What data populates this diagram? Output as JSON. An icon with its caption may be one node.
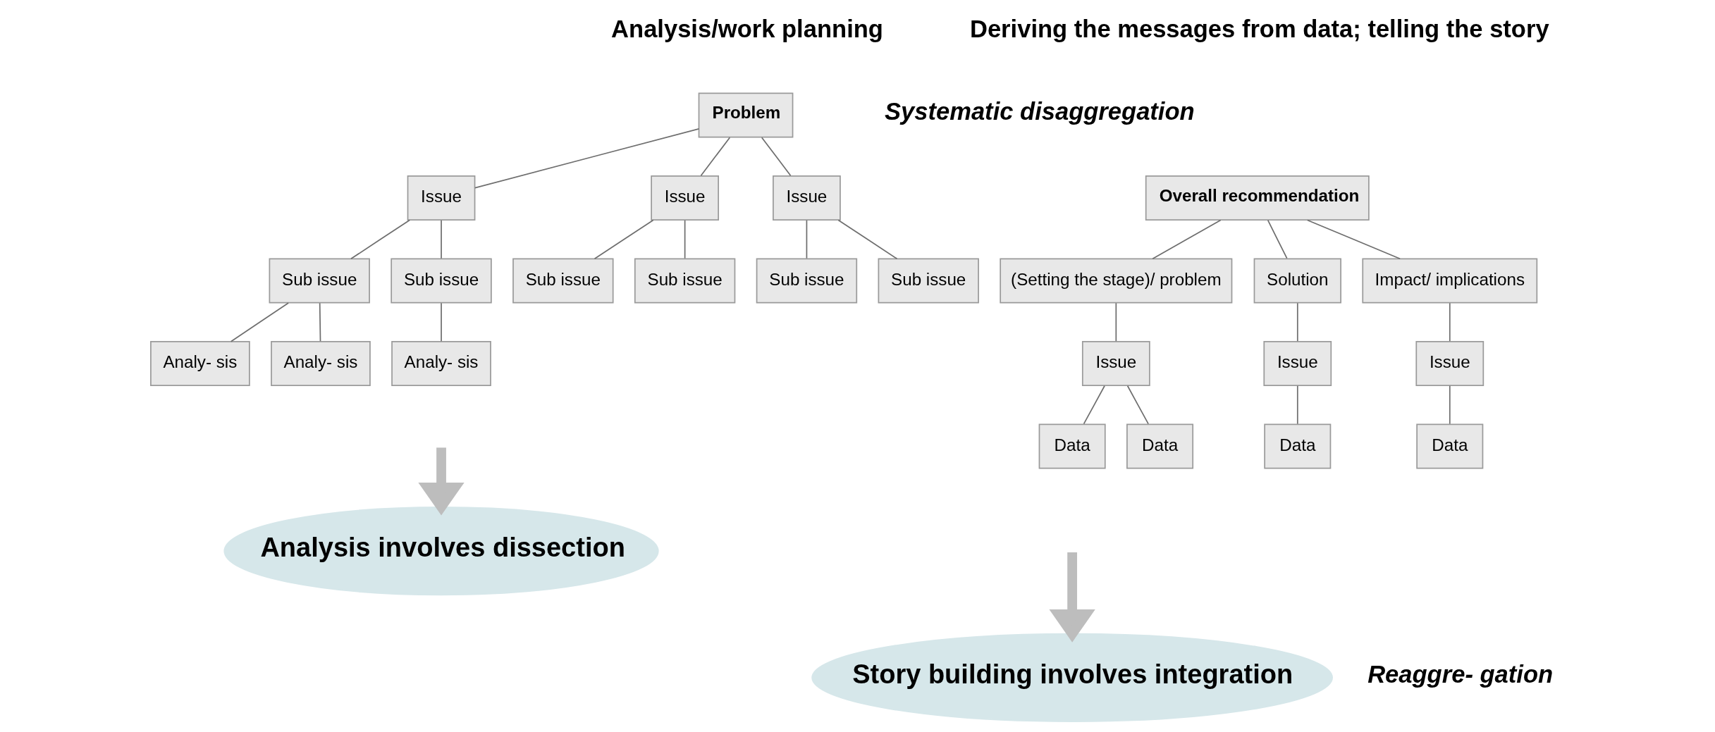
{
  "diagram": {
    "nodes": [
      {
        "text": [
          "Problem"
        ]
      },
      {
        "text": [
          "Issue"
        ]
      },
      {
        "text": [
          "Issue"
        ]
      },
      {
        "text": [
          "Issue"
        ]
      },
      {
        "text": [
          "Sub issue"
        ]
      },
      {
        "text": [
          "Sub issue"
        ]
      },
      {
        "text": [
          "Sub issue"
        ]
      },
      {
        "text": [
          "Sub issue"
        ]
      },
      {
        "text": [
          "Sub issue"
        ]
      },
      {
        "text": [
          "Sub issue"
        ]
      },
      {
        "text": [
          "Analy- sis"
        ]
      },
      {
        "text": [
          "Analy- sis"
        ]
      },
      {
        "text": [
          "Analy- sis"
        ]
      },
      {
        "text": [
          "Analysis involves dissection"
        ]
      },
      {
        "text": [
          "Overall recommendation"
        ]
      },
      {
        "text": [
          "(Setting the stage)/ problem"
        ]
      },
      {
        "text": [
          "Solution"
        ]
      },
      {
        "text": [
          "Impact/ implications"
        ]
      },
      {
        "text": [
          "Issue"
        ]
      },
      {
        "text": [
          "Issue"
        ]
      },
      {
        "text": [
          "Issue"
        ]
      },
      {
        "text": [
          "Data"
        ]
      },
      {
        "text": [
          "Data"
        ]
      },
      {
        "text": [
          "Data"
        ]
      },
      {
        "text": [
          "Data"
        ]
      },
      {
        "text": [
          "Story building involves integration"
        ]
      }
    ],
    "edges": [
      {
        "from": 0,
        "to": 1,
        "arrow": "none"
      },
      {
        "from": 0,
        "to": 2,
        "arrow": "none"
      },
      {
        "from": 0,
        "to": 3,
        "arrow": "none"
      },
      {
        "from": 1,
        "to": 4,
        "arrow": "none"
      },
      {
        "from": 1,
        "to": 5,
        "arrow": "none"
      },
      {
        "from": 2,
        "to": 6,
        "arrow": "none"
      },
      {
        "from": 2,
        "to": 7,
        "arrow": "none"
      },
      {
        "from": 3,
        "to": 8,
        "arrow": "none"
      },
      {
        "from": 3,
        "to": 9,
        "arrow": "none"
      },
      {
        "from": 4,
        "to": 10,
        "arrow": "none"
      },
      {
        "from": 4,
        "to": 11,
        "arrow": "none"
      },
      {
        "from": 5,
        "to": 12,
        "arrow": "none"
      },
      {
        "from": null,
        "to": 13,
        "arrow": "to",
        "style": "thick",
        "color": "#bdbdbd"
      },
      {
        "from": 14,
        "to": 15,
        "arrow": "none"
      },
      {
        "from": 14,
        "to": 16,
        "arrow": "none"
      },
      {
        "from": 14,
        "to": 17,
        "arrow": "none"
      },
      {
        "from": 15,
        "to": 18,
        "arrow": "none"
      },
      {
        "from": 16,
        "to": 19,
        "arrow": "none"
      },
      {
        "from": 17,
        "to": 20,
        "arrow": "none"
      },
      {
        "from": 18,
        "to": 21,
        "arrow": "none"
      },
      {
        "from": 18,
        "to": 22,
        "arrow": "none"
      },
      {
        "from": 19,
        "to": 23,
        "arrow": "none"
      },
      {
        "from": 20,
        "to": 24,
        "arrow": "none"
      },
      {
        "from": null,
        "to": 25,
        "arrow": "to",
        "style": "thick",
        "color": "#bdbdbd"
      }
    ],
    "labels": [
      "Analysis/work planning",
      "Systematic disaggregation",
      "Deriving the messages from data; telling the story",
      "Reaggre- gation"
    ]
  }
}
